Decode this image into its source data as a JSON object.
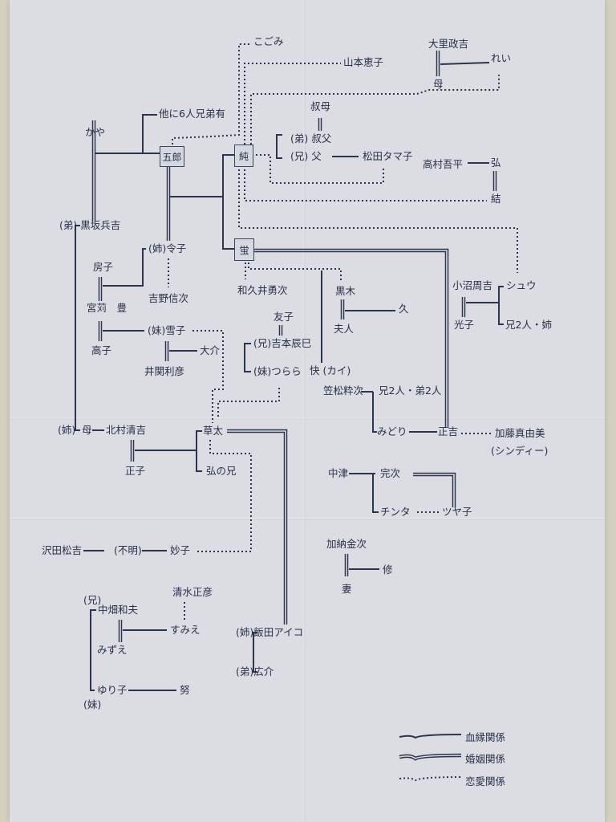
{
  "nodes": {
    "kogomi": "こごみ",
    "yamamoto": "山本恵子",
    "oosato": "大里政吉",
    "rei": "れい",
    "haha_oosato": "母",
    "others6": "他に6人兄弟有",
    "kaya": "かや",
    "gorou": "五郎",
    "jun": "純",
    "oba": "叔母",
    "oji": "(弟) 叔父",
    "chichi": "(兄) 父",
    "matsuda": "松田タマ子",
    "takamura": "高村吾平",
    "hiroshi": "弘",
    "yui": "結",
    "kurosaka": "(弟) 黒坂兵吉",
    "hotaru": "蛍",
    "reiko": "(姉)令子",
    "fusako": "房子",
    "yoshino": "吉野信次",
    "wakui": "和久井勇次",
    "kuroki": "黒木",
    "hisa": "久",
    "onuma": "小沼周吉",
    "shuu": "シュウ",
    "miyakari": "宮苅　豊",
    "tomoko": "友子",
    "fujin": "夫人",
    "mitsuko": "光子",
    "shuu_siblings": "兄2人・姉",
    "takako": "高子",
    "yukiko": "(妹)雪子",
    "daisuke": "大介",
    "yoshimoto": "(兄)吉本辰巳",
    "tsurara": "(妹)つらら",
    "kai": "快 (カイ)",
    "izeki": "井関利彦",
    "kasamatsu": "笠松粋次",
    "midori_siblings": "兄2人・弟2人",
    "ane_label": "(姉)",
    "haha_kitamura": "母",
    "kitamura": "北村清吉",
    "souta": "草太",
    "midori": "みどり",
    "masayoshi": "正吉",
    "kato": "加藤真由美",
    "cindy": "(シンディー)",
    "masako": "正子",
    "hiroshi_ani": "弘の兄",
    "nakatsu": "中津",
    "kanji": "完次",
    "chinta": "チンタ",
    "tsuyako": "ツヤ子",
    "sawada": "沢田松吉",
    "fumei": "(不明)",
    "taeko": "妙子",
    "kanou": "加納金次",
    "osamu": "修",
    "tsuma": "妻",
    "shimizu": "清水正彦",
    "ani_label": "(兄)",
    "nakahata": "中畑和夫",
    "sumie": "すみえ",
    "mizue": "みずえ",
    "iida": "(姉)飯田アイコ",
    "kousuke": "(弟)広介",
    "yuriko": "ゆり子",
    "imouto_label": "(妹)",
    "tsutomu": "努"
  },
  "legend": {
    "blood": "血縁関係",
    "marriage": "婚姻関係",
    "love": "恋愛関係"
  },
  "colors": {
    "ink": "#2b3550",
    "cloth": "#dcdde2",
    "background": "#d4cfbf"
  }
}
